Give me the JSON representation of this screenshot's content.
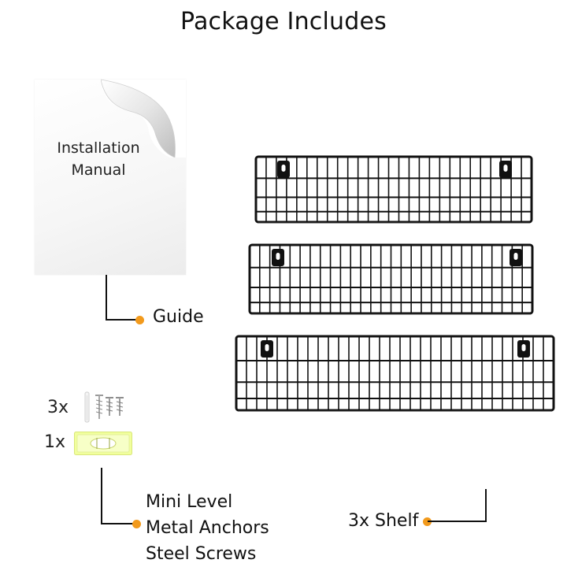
{
  "title": "Package Includes",
  "manual": {
    "line1": "Installation",
    "line2": "Manual"
  },
  "callouts": {
    "guide": "Guide",
    "kit": [
      "Mini Level",
      "Metal Anchors",
      "Steel Screws"
    ],
    "shelf": "3x Shelf"
  },
  "quantities": {
    "screws": "3x",
    "level": "1x"
  },
  "colors": {
    "accent": "#f29a1c",
    "shelf": "#111111",
    "level": "#f1ff9c"
  },
  "icons": [
    "page-curl-icon",
    "screw-icon",
    "anchor-icon",
    "bubble-level-icon",
    "wire-shelf-icon"
  ]
}
